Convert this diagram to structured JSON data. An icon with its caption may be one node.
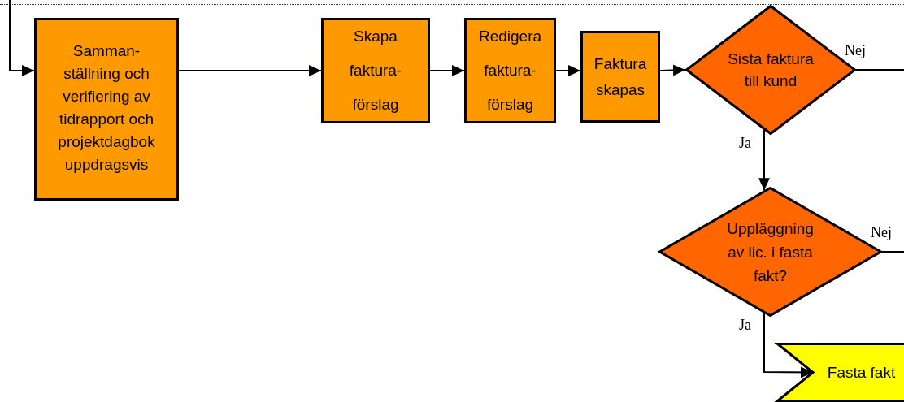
{
  "diagram": {
    "nodes": [
      {
        "text": [
          "Samman- ställning och verifiering av tidrapport och projektdagbok uppdragsvis"
        ]
      },
      {
        "text": [
          "Skapa faktura- förslag"
        ]
      },
      {
        "text": [
          "Redigera faktura- förslag"
        ]
      },
      {
        "text": [
          "Faktura skapas"
        ]
      },
      {
        "text": [
          "Sista faktura till kund"
        ]
      },
      {
        "text": [
          "Uppläggning av lic. i fasta fakt?"
        ]
      },
      {
        "text": [
          "Fasta fakt"
        ]
      }
    ],
    "edges": [
      {
        "from": null,
        "to": 0,
        "arrow": "to"
      },
      {
        "from": 0,
        "to": 1,
        "arrow": "to"
      },
      {
        "from": 1,
        "to": 2,
        "arrow": "to"
      },
      {
        "from": 2,
        "to": 3,
        "arrow": "to"
      },
      {
        "from": 3,
        "to": 4,
        "arrow": "to"
      },
      {
        "from": 4,
        "to": null,
        "arrow": "none",
        "label": "Nej"
      },
      {
        "from": 4,
        "to": 5,
        "arrow": "to",
        "label": "Ja"
      },
      {
        "from": 5,
        "to": null,
        "arrow": "none",
        "label": "Nej"
      },
      {
        "from": 5,
        "to": 6,
        "arrow": "to",
        "label": "Ja"
      }
    ]
  }
}
